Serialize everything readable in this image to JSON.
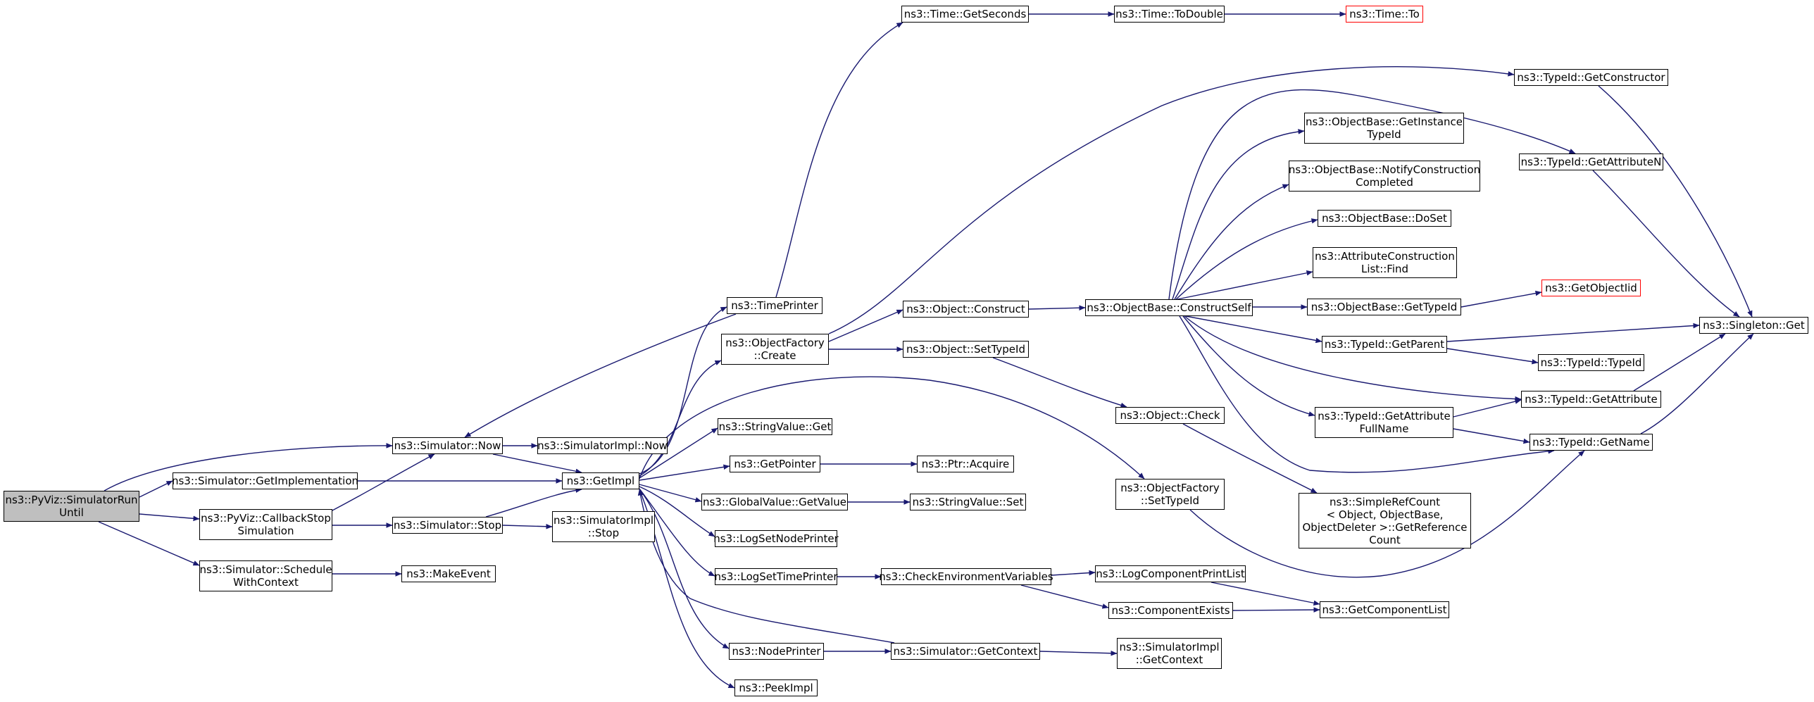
{
  "graph": {
    "edge_color": "#191970",
    "root_fill": "#bfbfbf",
    "external_border": "#ff0000",
    "nodes": [
      {
        "id": "n_pyviz_run",
        "label": "ns3::PyViz::SimulatorRun\nUntil"
      },
      {
        "id": "n_sim_now",
        "label": "ns3::Simulator::Now"
      },
      {
        "id": "n_sim_getimplementation",
        "label": "ns3::Simulator::GetImplementation"
      },
      {
        "id": "n_pyviz_callbackstop",
        "label": "ns3::PyViz::CallbackStop\nSimulation"
      },
      {
        "id": "n_sim_schedule",
        "label": "ns3::Simulator::Schedule\nWithContext"
      },
      {
        "id": "n_simimpl_now",
        "label": "ns3::SimulatorImpl::Now"
      },
      {
        "id": "n_getimpl",
        "label": "ns3::GetImpl"
      },
      {
        "id": "n_sim_stop",
        "label": "ns3::Simulator::Stop"
      },
      {
        "id": "n_simimpl_stop",
        "label": "ns3::SimulatorImpl\n::Stop"
      },
      {
        "id": "n_makeevent",
        "label": "ns3::MakeEvent"
      },
      {
        "id": "n_timeprinter",
        "label": "ns3::TimePrinter"
      },
      {
        "id": "n_time_getseconds",
        "label": "ns3::Time::GetSeconds"
      },
      {
        "id": "n_time_todouble",
        "label": "ns3::Time::ToDouble"
      },
      {
        "id": "n_time_to",
        "label": "ns3::Time::To"
      },
      {
        "id": "n_objfactory_create",
        "label": "ns3::ObjectFactory\n::Create"
      },
      {
        "id": "n_object_construct",
        "label": "ns3::Object::Construct"
      },
      {
        "id": "n_object_settypeid",
        "label": "ns3::Object::SetTypeId"
      },
      {
        "id": "n_objbase_constructself",
        "label": "ns3::ObjectBase::ConstructSelf"
      },
      {
        "id": "n_objbase_getinstancetypeid",
        "label": "ns3::ObjectBase::GetInstance\nTypeId"
      },
      {
        "id": "n_objbase_notify",
        "label": "ns3::ObjectBase::NotifyConstruction\nCompleted"
      },
      {
        "id": "n_objbase_doset",
        "label": "ns3::ObjectBase::DoSet"
      },
      {
        "id": "n_attrconstruction_find",
        "label": "ns3::AttributeConstruction\nList::Find"
      },
      {
        "id": "n_objbase_gettypeid",
        "label": "ns3::ObjectBase::GetTypeId"
      },
      {
        "id": "n_getobjectiid",
        "label": "ns3::GetObjectIid"
      },
      {
        "id": "n_typeid_getparent",
        "label": "ns3::TypeId::GetParent"
      },
      {
        "id": "n_typeid_typeid",
        "label": "ns3::TypeId::TypeId"
      },
      {
        "id": "n_typeid_getattributefullname",
        "label": "ns3::TypeId::GetAttribute\nFullName"
      },
      {
        "id": "n_typeid_getattribute",
        "label": "ns3::TypeId::GetAttribute"
      },
      {
        "id": "n_typeid_getname",
        "label": "ns3::TypeId::GetName"
      },
      {
        "id": "n_typeid_getconstructor",
        "label": "ns3::TypeId::GetConstructor"
      },
      {
        "id": "n_typeid_getattributen",
        "label": "ns3::TypeId::GetAttributeN"
      },
      {
        "id": "n_singleton_get",
        "label": "ns3::Singleton::Get"
      },
      {
        "id": "n_object_check",
        "label": "ns3::Object::Check"
      },
      {
        "id": "n_simplerefcount",
        "label": "ns3::SimpleRefCount\n< Object, ObjectBase,\n ObjectDeleter >::GetReference\nCount"
      },
      {
        "id": "n_objfactory_settypeid",
        "label": "ns3::ObjectFactory\n::SetTypeId"
      },
      {
        "id": "n_stringvalue_get",
        "label": "ns3::StringValue::Get"
      },
      {
        "id": "n_getpointer",
        "label": "ns3::GetPointer"
      },
      {
        "id": "n_ptr_acquire",
        "label": "ns3::Ptr::Acquire"
      },
      {
        "id": "n_globalvalue_getvalue",
        "label": "ns3::GlobalValue::GetValue"
      },
      {
        "id": "n_stringvalue_set",
        "label": "ns3::StringValue::Set"
      },
      {
        "id": "n_logsetnodeprinter",
        "label": "ns3::LogSetNodePrinter"
      },
      {
        "id": "n_logsettimeprinter",
        "label": "ns3::LogSetTimePrinter"
      },
      {
        "id": "n_checkenv",
        "label": "ns3::CheckEnvironmentVariables"
      },
      {
        "id": "n_logcomponentprintlist",
        "label": "ns3::LogComponentPrintList"
      },
      {
        "id": "n_componentexists",
        "label": "ns3::ComponentExists"
      },
      {
        "id": "n_getcomponentlist",
        "label": "ns3::GetComponentList"
      },
      {
        "id": "n_nodeprinter",
        "label": "ns3::NodePrinter"
      },
      {
        "id": "n_sim_getcontext",
        "label": "ns3::Simulator::GetContext"
      },
      {
        "id": "n_simimpl_getcontext",
        "label": "ns3::SimulatorImpl\n::GetContext"
      },
      {
        "id": "n_peekimpl",
        "label": "ns3::PeekImpl"
      }
    ]
  }
}
